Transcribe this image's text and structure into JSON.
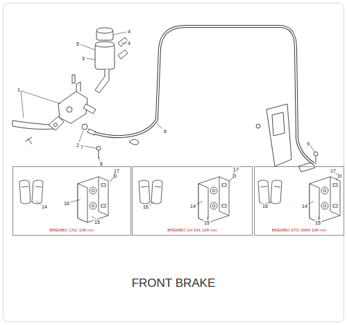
{
  "diagram": {
    "caption": "FRONT BRAKE",
    "nodes": [
      {
        "text": [
          "BREMBO CNC 108 mm"
        ]
      },
      {
        "text": [
          "BREMBO CH 541 108 mm"
        ]
      },
      {
        "text": [
          "BREMBO STD SMM 108 mm"
        ]
      }
    ],
    "labels": [
      "4",
      "4",
      "5",
      "3",
      "1",
      "2",
      "7",
      "6",
      "8",
      "9",
      "17",
      "16",
      "14",
      "15",
      "17",
      "16",
      "14",
      "15",
      "17",
      "16",
      "14",
      "15"
    ]
  }
}
